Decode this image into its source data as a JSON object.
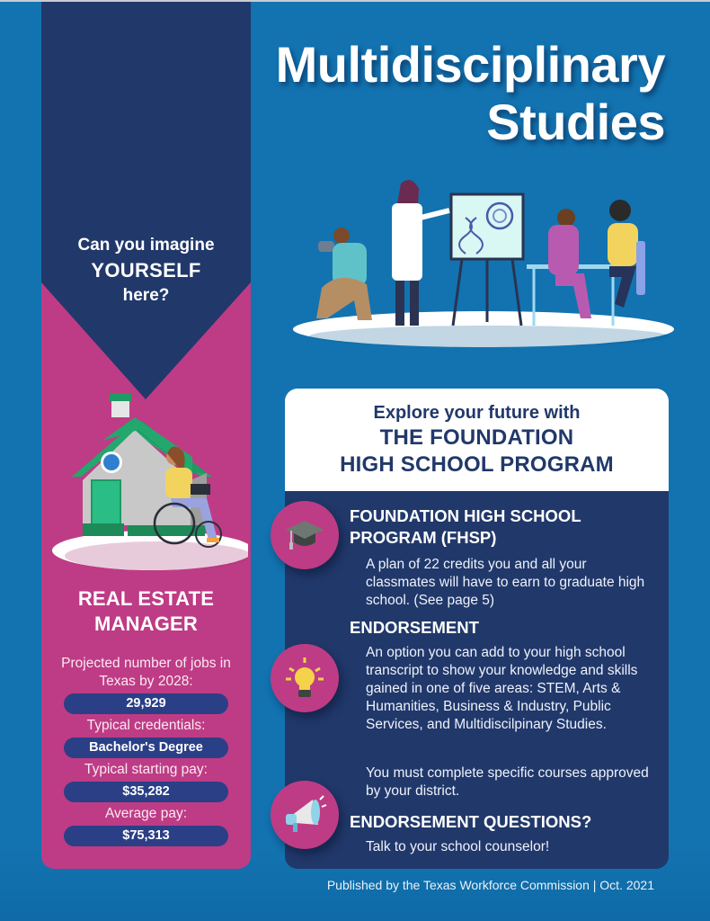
{
  "title": {
    "line1": "Multidisciplinary",
    "line2": "Studies"
  },
  "sidebar": {
    "prompt_line1": "Can you imagine",
    "prompt_line2": "YOURSELF",
    "prompt_line3": "here?",
    "illustration": "house-with-wheelchair-user-illustration",
    "job": {
      "line1": "REAL ESTATE",
      "line2": "MANAGER"
    },
    "stats": [
      {
        "label": "Projected number of jobs in Texas by 2028:",
        "value": "29,929"
      },
      {
        "label": "Typical credentials:",
        "value": "Bachelor's Degree"
      },
      {
        "label": "Typical starting pay:",
        "value": "$35,282"
      },
      {
        "label": "Average pay:",
        "value": "$75,313"
      }
    ]
  },
  "hero_illustration": "professionals-scene-illustration",
  "card": {
    "header_sub": "Explore your future with",
    "header_main1": "THE FOUNDATION",
    "header_main2": "HIGH SCHOOL PROGRAM",
    "sections": [
      {
        "icon": "graduation-cap-icon",
        "title_line1": "FOUNDATION HIGH SCHOOL",
        "title_line2": "PROGRAM (FHSP)",
        "text": "A plan of 22 credits you and all your classmates will have to earn to graduate high school. (See page 5)"
      },
      {
        "icon": "lightbulb-icon",
        "title_line1": "ENDORSEMENT",
        "text": "An option you can add to your high school transcript to show your knowledge and skills gained in one of five areas: STEM, Arts & Humanities, Business & Industry, Public Services, and Multidiscilpinary Studies.",
        "text2": "You must complete specific courses approved by your district."
      },
      {
        "icon": "megaphone-icon",
        "title_line1": "ENDORSEMENT QUESTIONS?",
        "text": "Talk to your school counselor!"
      }
    ]
  },
  "footer": "Published by the Texas Workforce Commission | Oct. 2021",
  "colors": {
    "background": "#1273b0",
    "navy": "#21386a",
    "magenta": "#be3c85",
    "pill": "#2a3f86"
  }
}
